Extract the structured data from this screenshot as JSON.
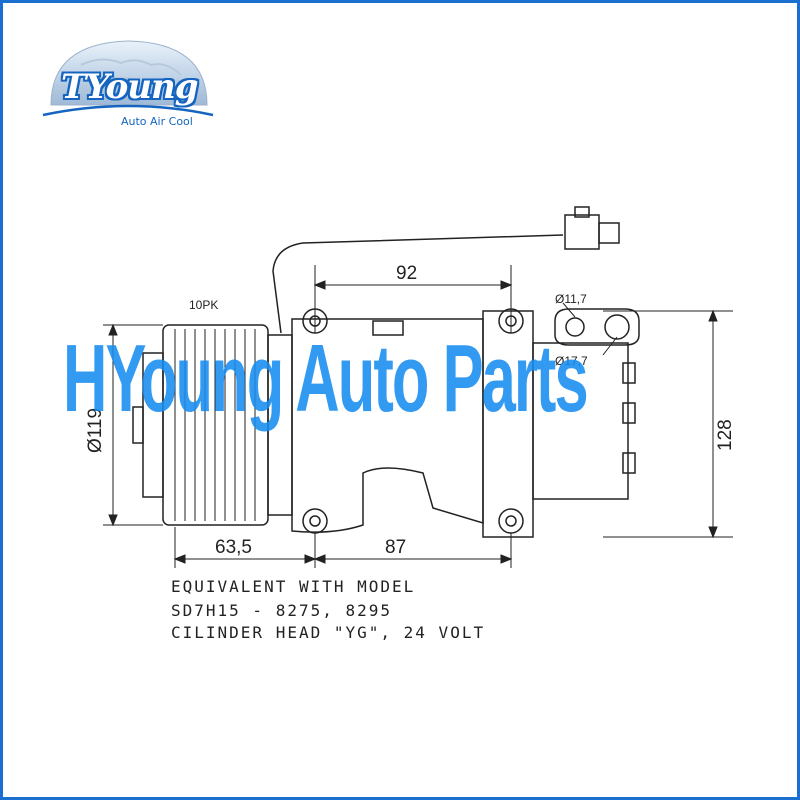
{
  "logo": {
    "brand": "TYoung",
    "tagline": "Auto Air Cool"
  },
  "watermark": "HYoung Auto Parts",
  "dimensions": {
    "pulley_label": "10PK",
    "top_width": "92",
    "port_small": "Ø11,7",
    "port_large": "Ø17,7",
    "pulley_diameter": "Ø119",
    "height": "128",
    "pulley_offset": "63,5",
    "bottom_width": "87"
  },
  "notes": [
    "EQUIVALENT WITH MODEL",
    "SD7H15 - 8275, 8295",
    "CILINDER HEAD \"YG\", 24 VOLT"
  ],
  "colors": {
    "frame": "#1a6fd0",
    "watermark": "#178cf0",
    "line": "#222222"
  }
}
